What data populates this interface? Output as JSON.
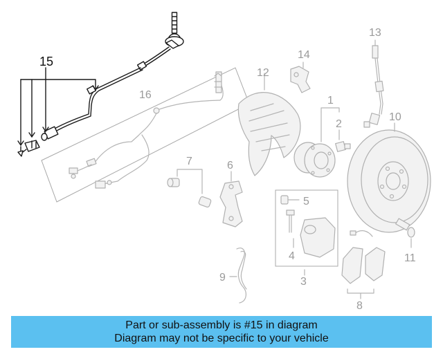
{
  "diagram": {
    "highlighted_part": "15",
    "part_labels": [
      "1",
      "2",
      "3",
      "4",
      "5",
      "6",
      "7",
      "8",
      "9",
      "10",
      "11",
      "12",
      "13",
      "14",
      "15",
      "16"
    ],
    "colors": {
      "active": "#111111",
      "inactive": "#9a9a9a",
      "banner": "#5bc0f0"
    }
  },
  "banner": {
    "line1": "Part or sub-assembly is #15 in diagram",
    "line2": "Diagram may not be specific to your vehicle"
  }
}
